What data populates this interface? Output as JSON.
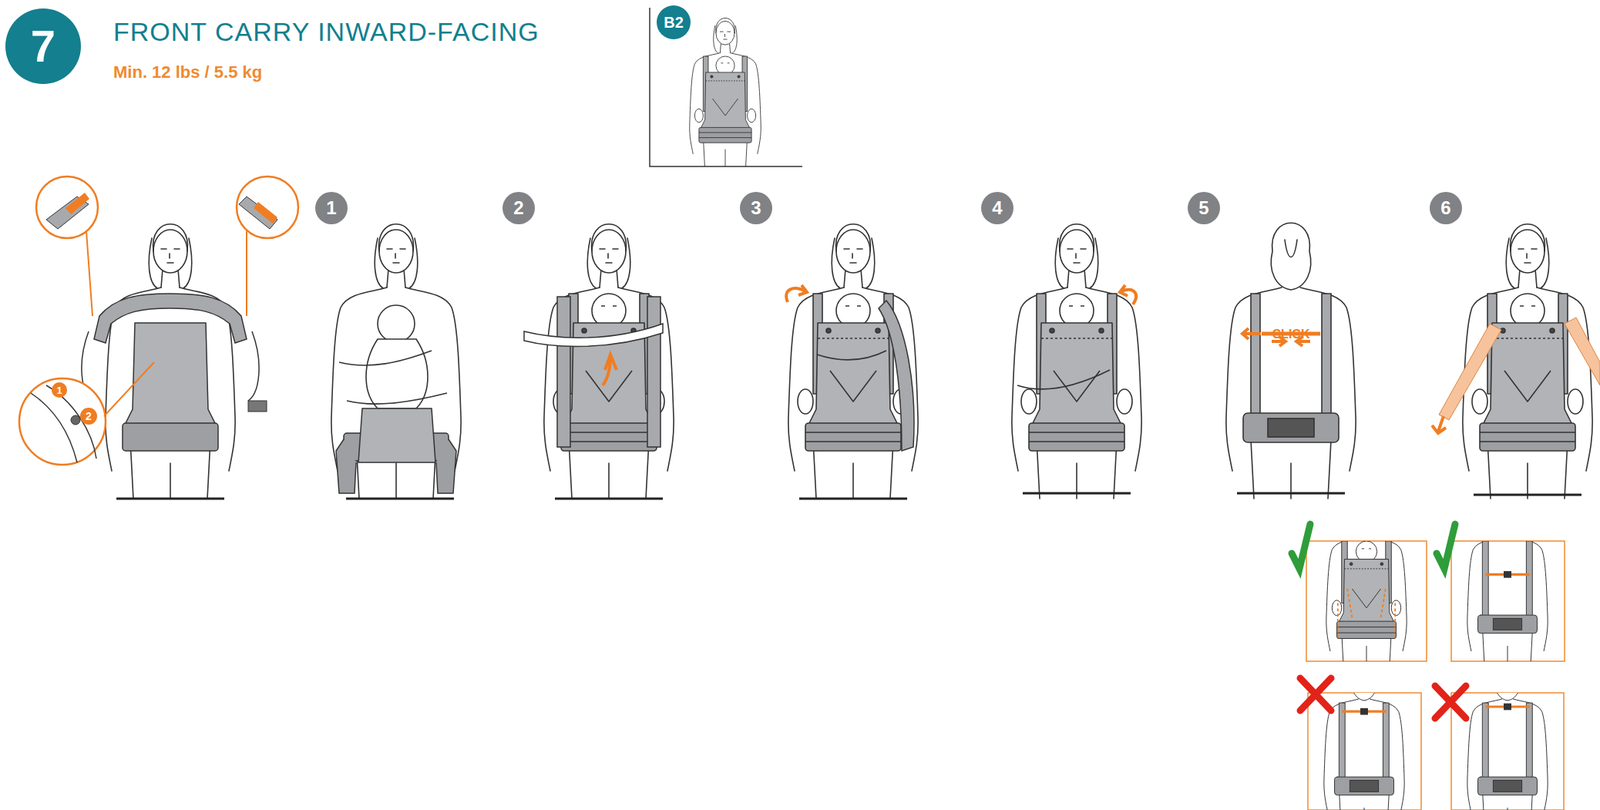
{
  "diagram": {
    "title": "FRONT CARRY INWARD-FACING",
    "nodes": [
      {
        "text": [
          "7"
        ]
      },
      {
        "text": [
          "B2"
        ]
      },
      {
        "text": [
          "1"
        ]
      },
      {
        "text": [
          "2"
        ]
      },
      {
        "text": [
          "3"
        ]
      },
      {
        "text": [
          "4"
        ]
      },
      {
        "text": [
          "5"
        ]
      },
      {
        "text": [
          "6"
        ]
      },
      {
        "text": [
          "1"
        ]
      },
      {
        "text": [
          "2"
        ]
      }
    ],
    "labels": [
      "Min. 12 lbs / 5.5 kg",
      "CLICK"
    ]
  }
}
